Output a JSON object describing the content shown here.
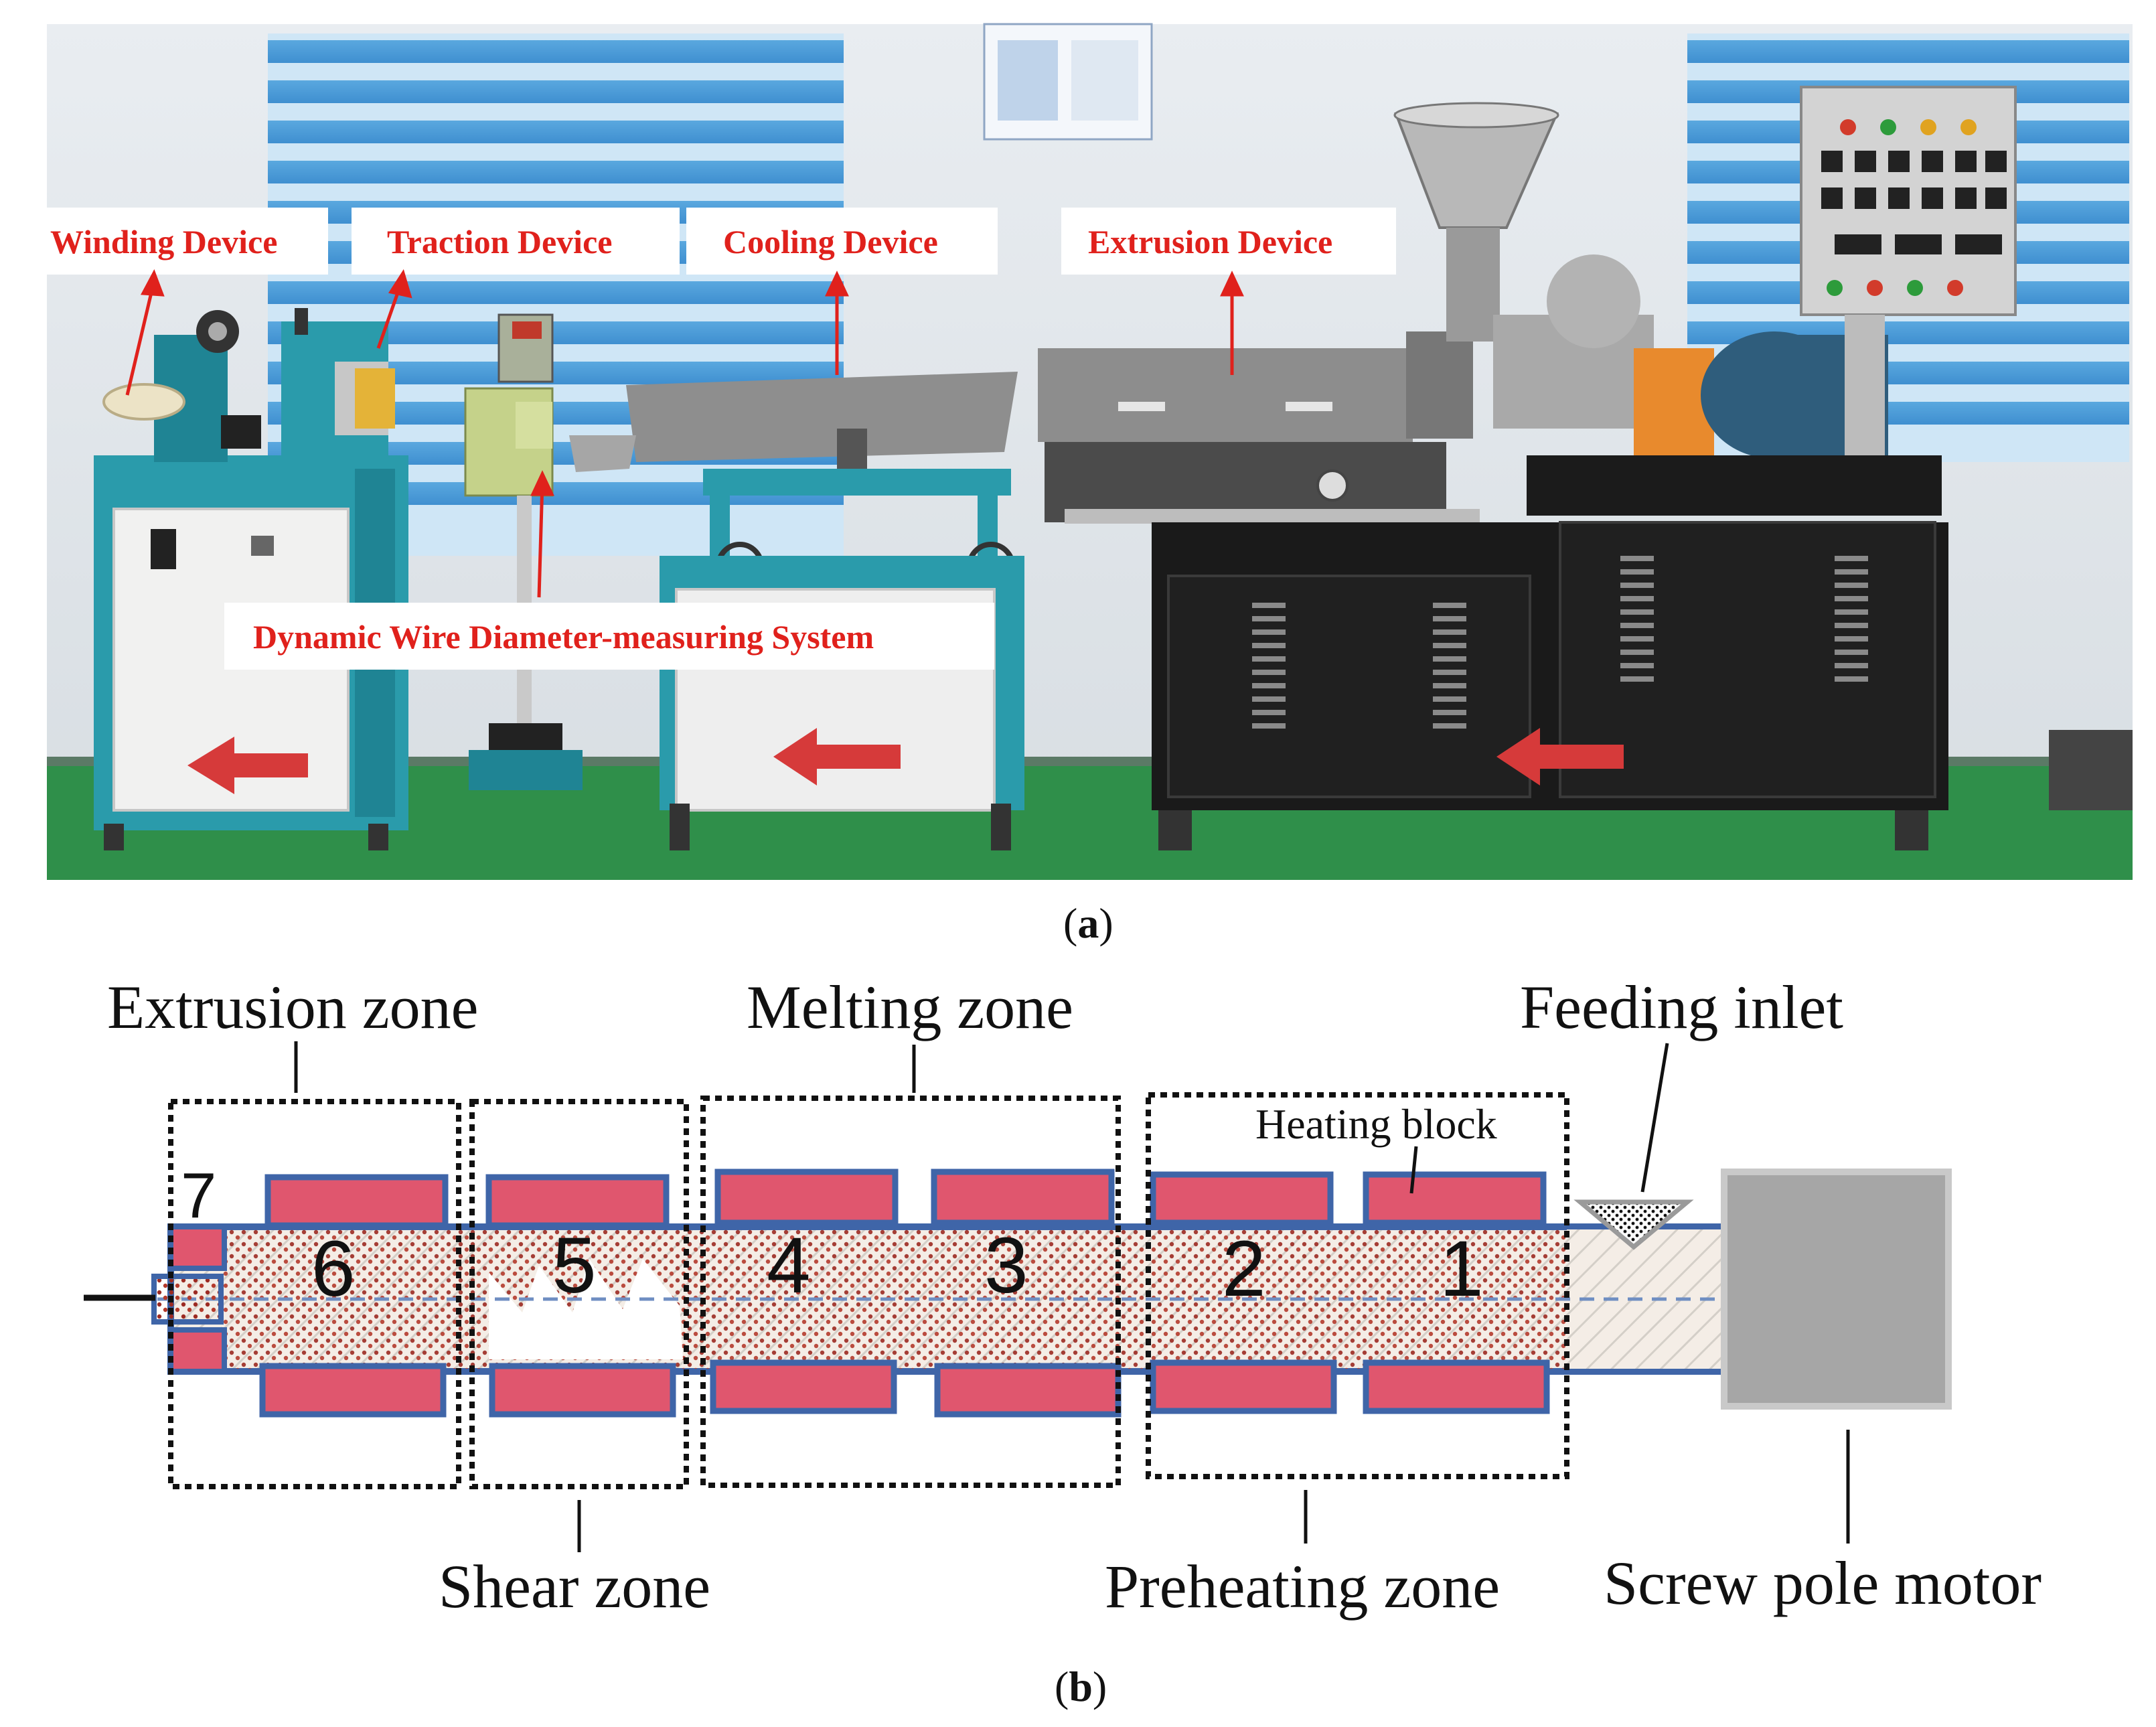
{
  "photo": {
    "labels": {
      "winding": "Winding Device",
      "traction": "Traction Device",
      "cooling": "Cooling Device",
      "extrusion": "Extrusion Device",
      "diameter": "Dynamic Wire Diameter-measuring System"
    },
    "caption_open": "(",
    "caption_letter": "a",
    "caption_close": ")"
  },
  "schematic": {
    "zones": {
      "extrusion": "Extrusion zone",
      "melting": "Melting zone",
      "feeding": "Feeding inlet",
      "shear": "Shear zone",
      "preheating": "Preheating zone",
      "motor": "Screw pole motor",
      "heating_block": "Heating block"
    },
    "numbers": [
      "1",
      "2",
      "3",
      "4",
      "5",
      "6",
      "7"
    ],
    "caption_open": "(",
    "caption_letter": "b",
    "caption_close": ")"
  },
  "colors": {
    "heater_fill": "#e0566e",
    "heater_stroke": "#3f65a8",
    "barrel_fill": "#f3ece4",
    "red_label": "#e0211c",
    "motor_fill": "#a6a6a6"
  }
}
